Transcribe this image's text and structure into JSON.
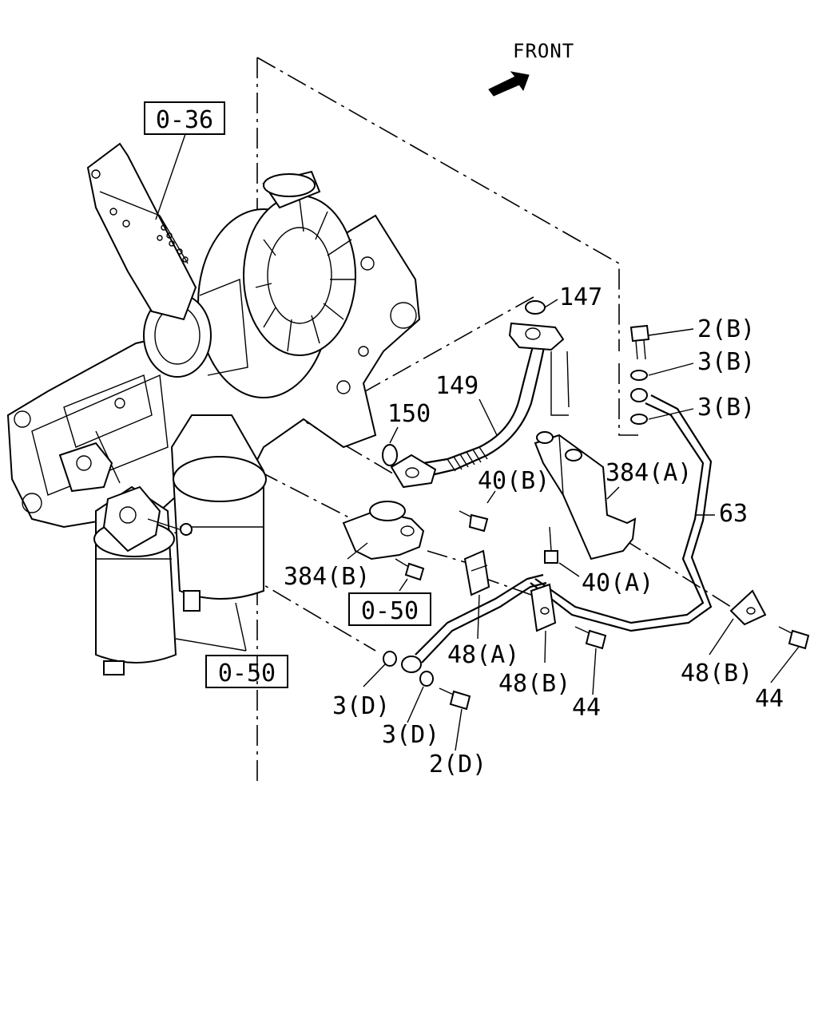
{
  "orientation": {
    "label": "FRONT",
    "icon": "front-arrow-icon"
  },
  "references": [
    {
      "id": "ref-0-36",
      "text": "0-36"
    },
    {
      "id": "ref-0-50-upper",
      "text": "0-50"
    },
    {
      "id": "ref-0-50-lower",
      "text": "0-50"
    }
  ],
  "callouts": {
    "c147": "147",
    "c2b": "2(B)",
    "c3b_1": "3(B)",
    "c3b_2": "3(B)",
    "c149": "149",
    "c150": "150",
    "c384a": "384(A)",
    "c40b": "40(B)",
    "c63": "63",
    "c384b": "384(B)",
    "c40a": "40(A)",
    "c48a": "48(A)",
    "c48b_1": "48(B)",
    "c48b_2": "48(B)",
    "c44_1": "44",
    "c44_2": "44",
    "c3d_1": "3(D)",
    "c3d_2": "3(D)",
    "c2d": "2(D)"
  }
}
